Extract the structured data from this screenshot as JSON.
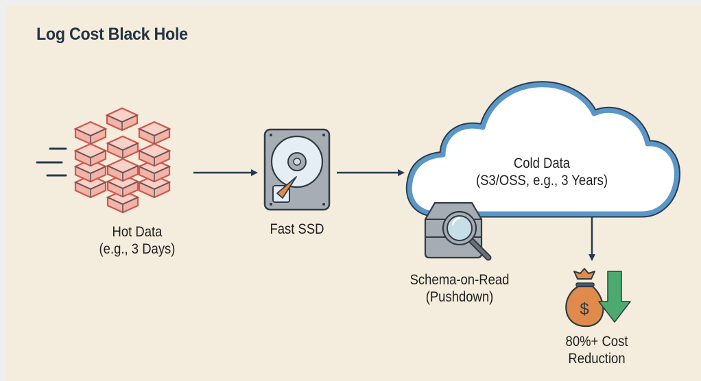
{
  "title": "Log Cost Black Hole",
  "nodes": {
    "hot": {
      "line1": "Hot Data",
      "line2": "(e.g., 3 Days)",
      "icon": "stacked-blocks-icon"
    },
    "ssd": {
      "line1": "Fast SSD",
      "icon": "hard-drive-icon"
    },
    "cold": {
      "line1": "Cold Data",
      "line2": "(S3/OSS, e.g., 3 Years)",
      "icon": "cloud-icon"
    },
    "schema": {
      "line1": "Schema-on-Read",
      "line2": "(Pushdown)",
      "icon": "database-search-icon"
    },
    "cost": {
      "line1": "80%+ Cost",
      "line2": "Reduction",
      "icon": "money-bag-down-icon"
    }
  },
  "colors": {
    "background": "#f4ecdc",
    "title": "#243444",
    "arrow": "#263a4f",
    "block_fill": "#f6c4bb",
    "block_stroke": "#d0584e",
    "cloud_stroke": "#5a97c9",
    "money_bag": "#e08a4c",
    "down_arrow": "#4caa6e"
  }
}
